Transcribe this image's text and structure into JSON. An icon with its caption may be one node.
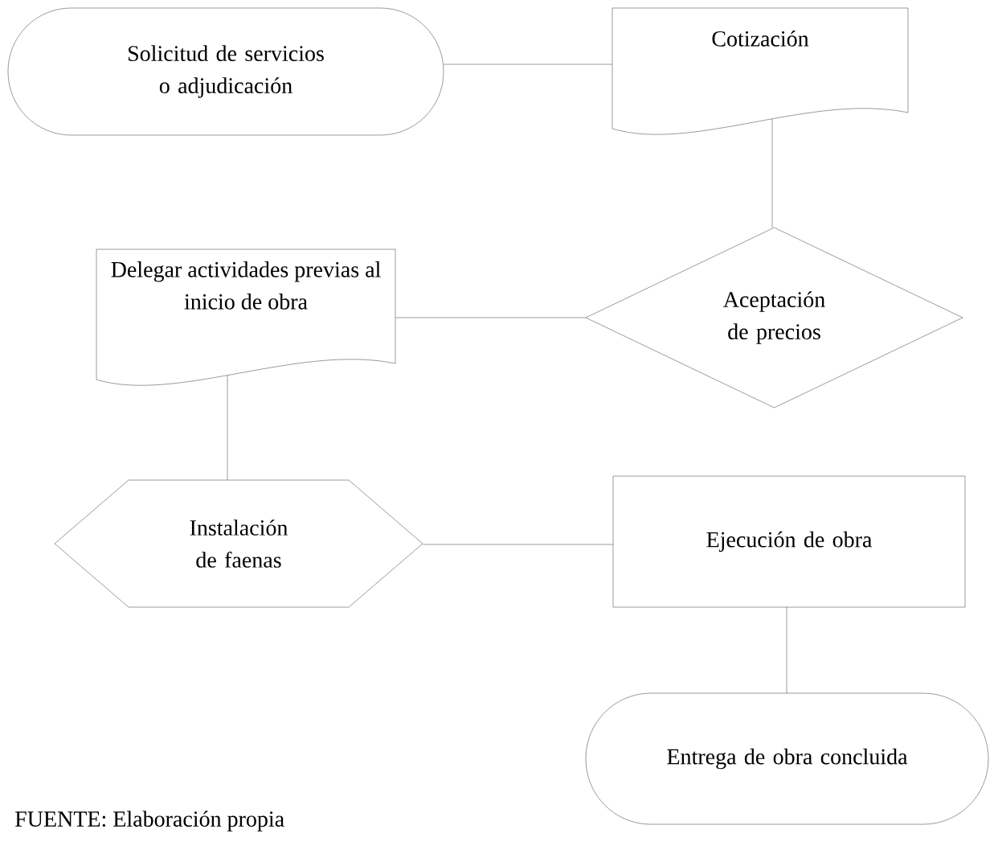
{
  "diagram": {
    "nodes": [
      {
        "text": [
          "Solicitud de servicios o adjudicación"
        ]
      },
      {
        "text": [
          "Cotización"
        ]
      },
      {
        "text": [
          "Delegar actividades previas al inicio de obra"
        ]
      },
      {
        "text": [
          "Aceptación de precios"
        ]
      },
      {
        "text": [
          "Instalación de faenas"
        ]
      },
      {
        "text": [
          "Ejecución de obra"
        ]
      },
      {
        "text": [
          "Entrega de obra concluida"
        ]
      }
    ],
    "edges": [
      {
        "from": 0,
        "to": 1,
        "arrow": "none"
      },
      {
        "from": 1,
        "to": 3,
        "arrow": "none"
      },
      {
        "from": 3,
        "to": 2,
        "arrow": "none"
      },
      {
        "from": 2,
        "to": 4,
        "arrow": "none"
      },
      {
        "from": 4,
        "to": 5,
        "arrow": "none"
      },
      {
        "from": 5,
        "to": 6,
        "arrow": "none"
      }
    ],
    "labels": [
      "FUENTE: Elaboración propia"
    ]
  }
}
